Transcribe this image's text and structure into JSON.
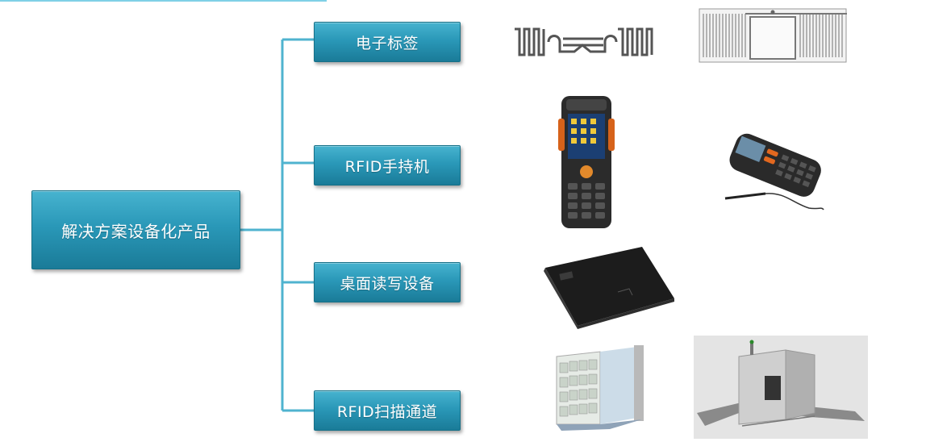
{
  "root": {
    "label": "解决方案设备化产品"
  },
  "branches": [
    {
      "label": "电子标签"
    },
    {
      "label": "RFID手持机"
    },
    {
      "label": "桌面读写设备"
    },
    {
      "label": "RFID扫描通道"
    }
  ],
  "colors": {
    "box": "#2a98b8",
    "line": "#4fb3cf",
    "accent": "#7fd0e6"
  }
}
